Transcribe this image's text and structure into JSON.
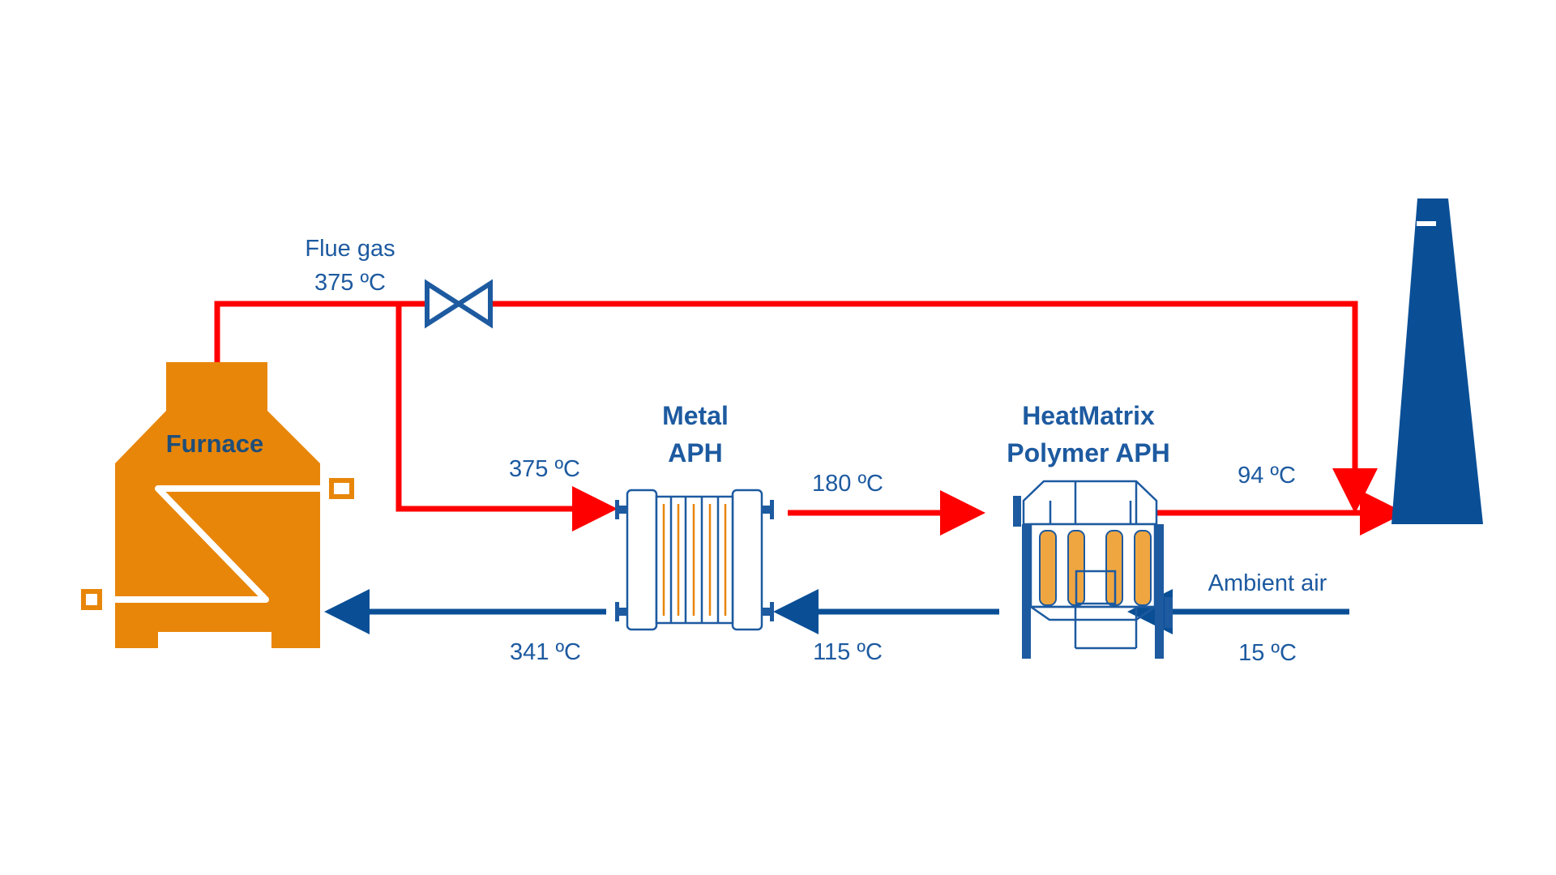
{
  "colors": {
    "hot_flow": "#ff0000",
    "cold_flow": "#0a4f96",
    "furnace": "#e8860a",
    "equipment": "#1d5aa0",
    "text": "#1d5aa0"
  },
  "labels": {
    "flue_gas": "Flue gas",
    "flue_gas_temp": "375 ºC",
    "metal_inlet_temp": "375 ºC",
    "metal_aph_line1": "Metal",
    "metal_aph_line2": "APH",
    "mid_hot_temp": "180 ºC",
    "polymer_aph_line1": "HeatMatrix",
    "polymer_aph_line2": "Polymer APH",
    "stack_temp": "94 ºC",
    "ambient_air": "Ambient air",
    "ambient_temp": "15 ºC",
    "mid_cold_temp": "115 ºC",
    "furnace_air_temp": "341 ºC",
    "furnace": "Furnace"
  },
  "icons": {
    "valve": "bypass-valve-icon",
    "stack": "chimney-stack-icon",
    "metal_aph": "plate-heat-exchanger-icon",
    "polymer_aph": "polymer-heat-exchanger-icon",
    "furnace": "furnace-icon"
  }
}
